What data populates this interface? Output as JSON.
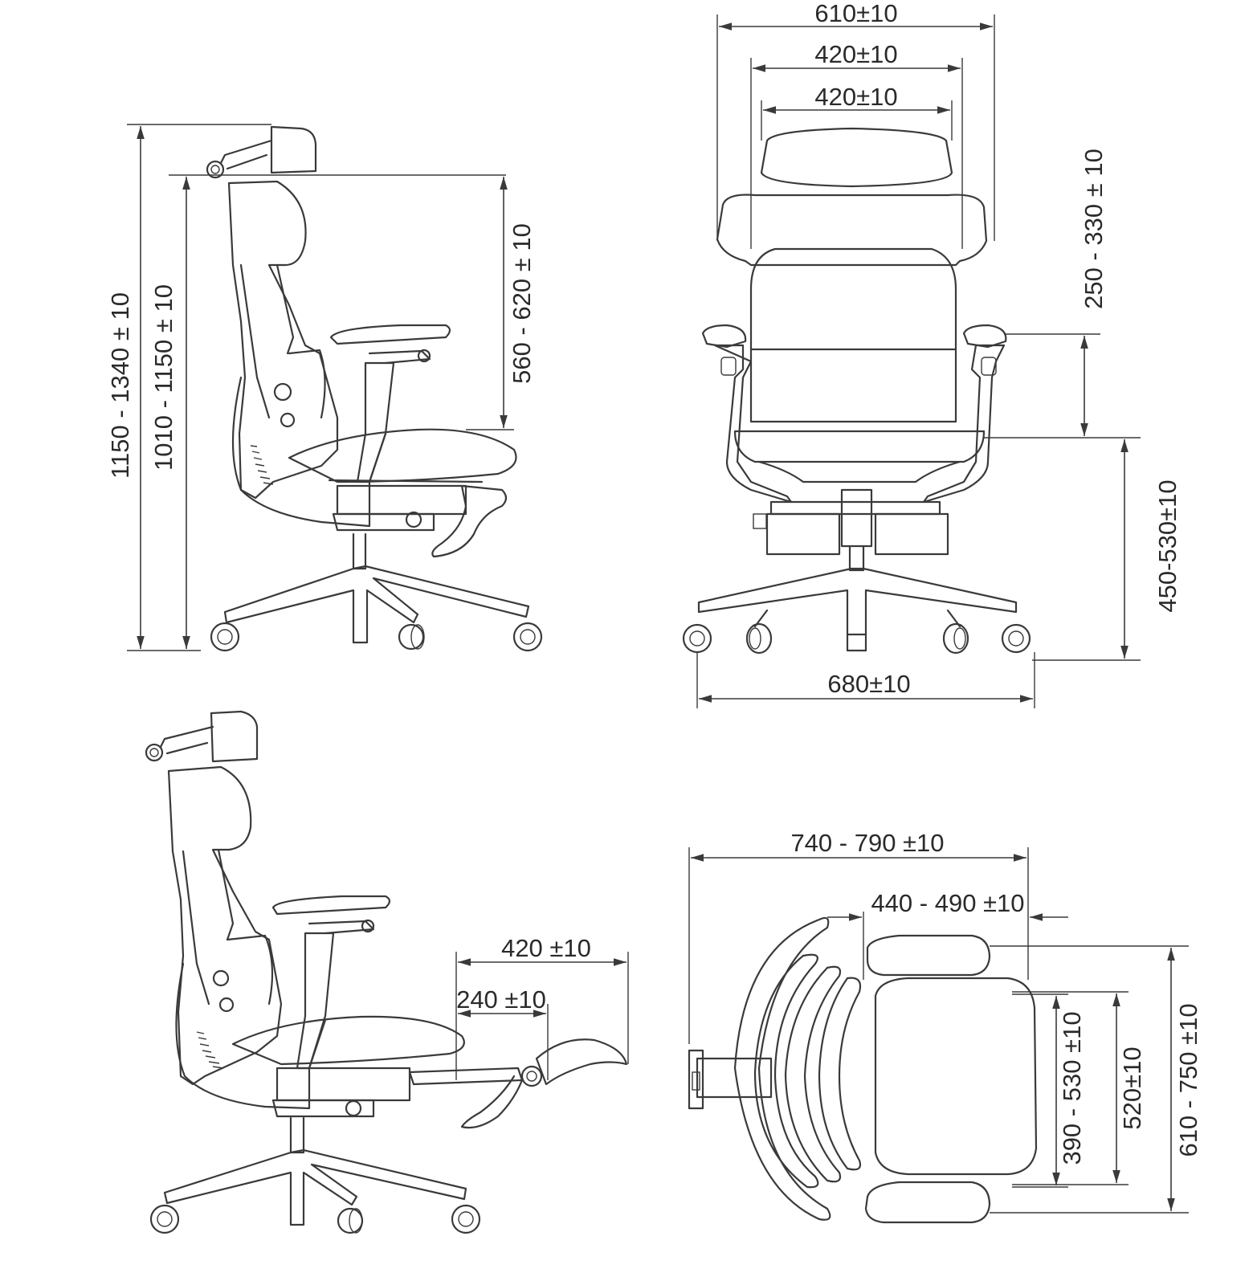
{
  "views": {
    "side_view": {
      "dimensions": {
        "total_height": "1150 - 1340 ± 10",
        "backrest_height": "1010 - 1150 ± 10",
        "back_height_above_seat": "560 - 620 ± 10"
      }
    },
    "front_view": {
      "dimensions": {
        "overall_width": "610±10",
        "backrest_width": "420±10",
        "headrest_width": "420±10",
        "armrest_height": "250 - 330 ± 10",
        "seat_height": "450-530±10",
        "base_width": "680±10"
      }
    },
    "footrest_view": {
      "dimensions": {
        "footrest_extension_total": "420 ±10",
        "footrest_extension_partial": "240 ±10"
      }
    },
    "top_view": {
      "dimensions": {
        "overall_depth": "740 - 790 ±10",
        "seat_depth": "440 - 490 ±10",
        "armrest_span": "390 - 530 ±10",
        "seat_width": "520±10",
        "overall_width": "610 - 750 ±10"
      }
    }
  }
}
